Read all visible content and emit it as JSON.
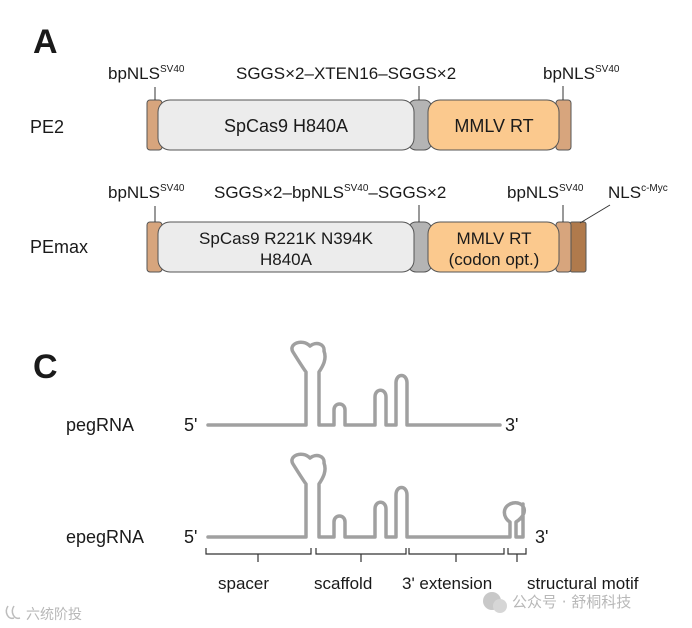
{
  "panel_a": {
    "letter": "A",
    "pe2": {
      "name": "PE2",
      "nls_left": "bpNLS",
      "nls_left_sup": "SV40",
      "linker": "SGGS×2–XTEN16–SGGS×2",
      "nls_right": "bpNLS",
      "nls_right_sup": "SV40",
      "cas9": "SpCas9 H840A",
      "rt": "MMLV RT"
    },
    "pemax": {
      "name": "PEmax",
      "nls_left": "bpNLS",
      "nls_left_sup": "SV40",
      "linker_pre": "SGGS×2–bpNLS",
      "linker_sup": "SV40",
      "linker_post": "–SGGS×2",
      "nls_mid": "bpNLS",
      "nls_mid_sup": "SV40",
      "nls_myc": "NLS",
      "nls_myc_sup": "c-Myc",
      "cas9_line1": "SpCas9 R221K N394K",
      "cas9_line2": "H840A",
      "rt_line1": "MMLV RT",
      "rt_line2": "(codon opt.)"
    }
  },
  "panel_c": {
    "letter": "C",
    "pegrna": {
      "name": "pegRNA",
      "five": "5'",
      "three": "3'"
    },
    "epegrna": {
      "name": "epegRNA",
      "five": "5'",
      "three": "3'"
    },
    "regions": [
      "spacer",
      "scaffold",
      "3' extension",
      "structural motif"
    ]
  },
  "watermark": {
    "left": "六统阶投",
    "right": "公众号 · 舒桐科技"
  },
  "colors": {
    "nls": "#d7a57d",
    "nls_myc": "#b07a4c",
    "cas9": "#ececec",
    "linker": "#b4b4b4",
    "rt": "#fbc98e",
    "rna": "#a0a0a0"
  }
}
